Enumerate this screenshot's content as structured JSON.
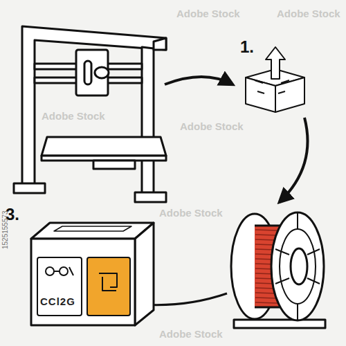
{
  "diagram": {
    "labels": [
      "1.",
      "3.",
      "CCl2G",
      "Adobe Stock",
      "Adobe Stock",
      "Adobe Stock",
      "Adobe Stock",
      "Adobe Stock",
      "Adobe Stock",
      "1525155573"
    ]
  }
}
